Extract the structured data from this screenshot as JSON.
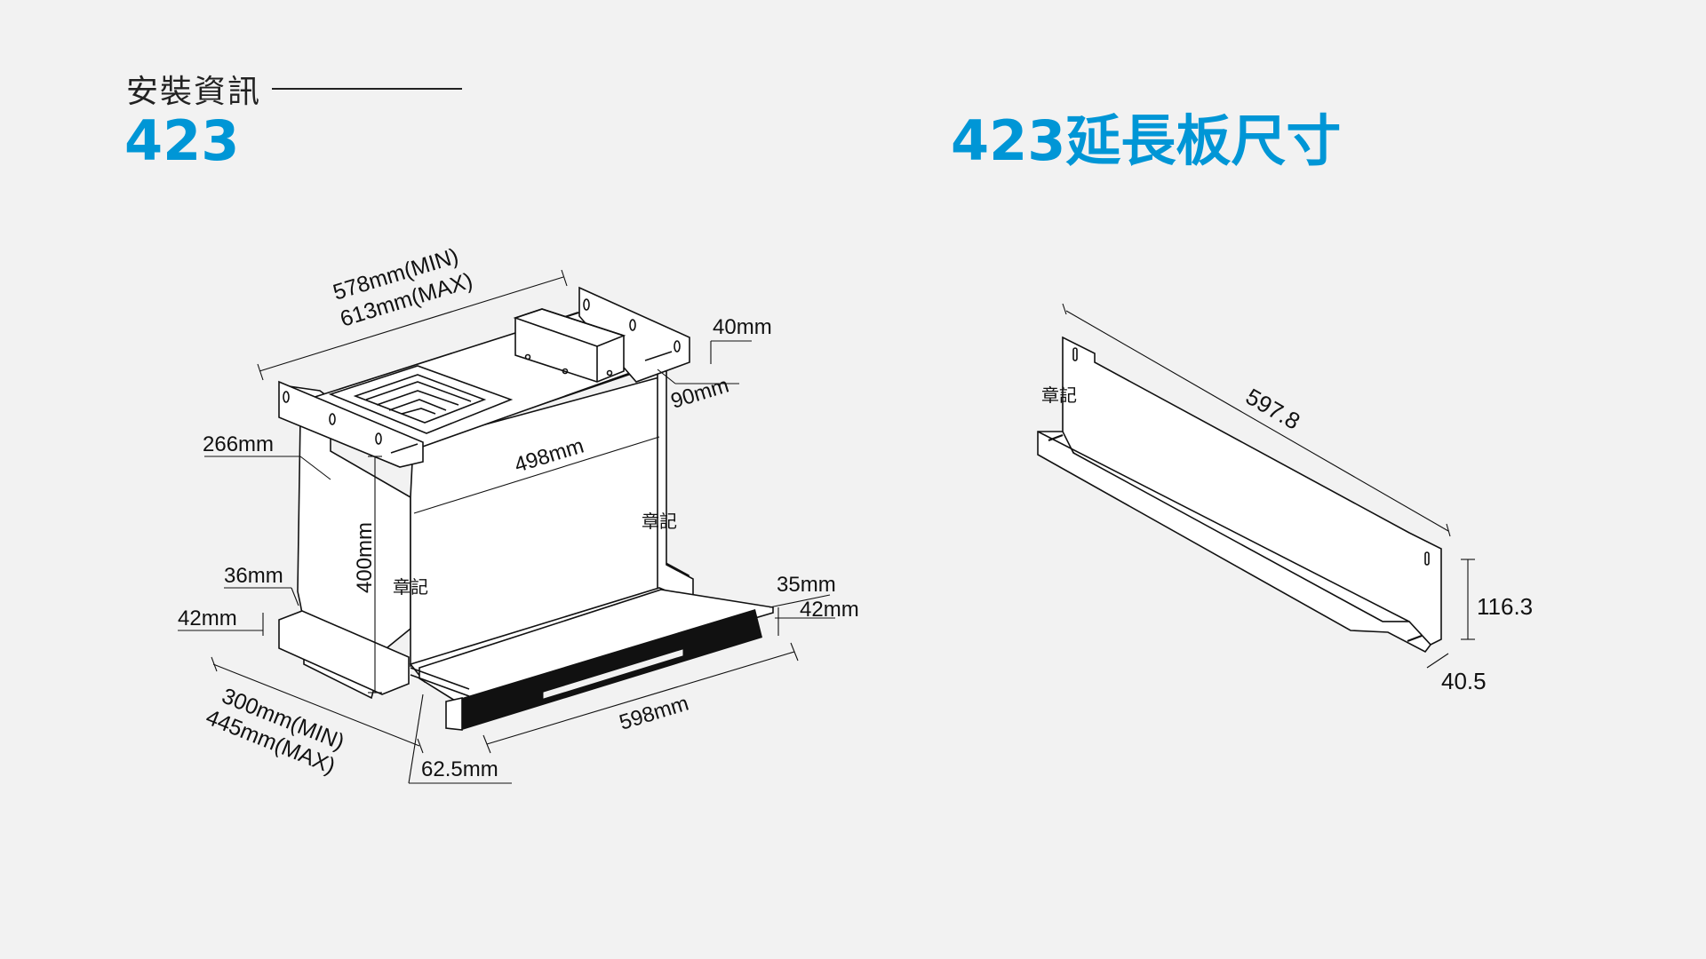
{
  "header": {
    "section_label": "安裝資訊",
    "model_title": "423",
    "extension_title": "423延長板尺寸"
  },
  "colors": {
    "accent": "#0096d6",
    "text": "#222222",
    "background": "#f2f2f2"
  },
  "hood_dims": {
    "width_min": "578mm(MIN)",
    "width_max": "613mm(MAX)",
    "top_offset": "40mm",
    "side_offset": "90mm",
    "depth": "266mm",
    "inner_width": "498mm",
    "height": "400mm",
    "lip": "36mm",
    "lip_height": "42mm",
    "depth_min": "300mm(MIN)",
    "depth_max": "445mm(MAX)",
    "front_offset": "62.5mm",
    "front_width": "598mm",
    "panel_thickness": "35mm",
    "panel_height": "42mm",
    "stamp": "章記"
  },
  "extension_dims": {
    "length": "597.8",
    "height": "116.3",
    "depth": "40.5",
    "stamp": "章記"
  }
}
